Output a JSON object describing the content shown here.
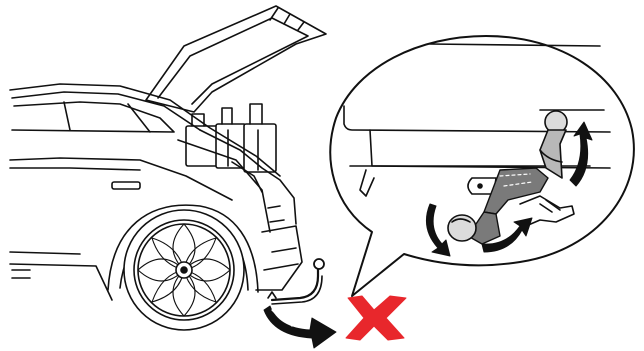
{
  "illustration": {
    "colors": {
      "background": "#ffffff",
      "line": "#111111",
      "arm_fill": "#7a7a7a",
      "arm_fill_light": "#b8b8b8",
      "ball_fill": "#dcdcdc",
      "arrow_fill": "#111111",
      "cross_fill": "#e8272c"
    },
    "parts": {
      "vehicle": "hatchback-vehicle",
      "open_tailgate": "tailgate",
      "luggage": "suitcases",
      "tow_bar": "tow-bar",
      "zoom_bubble": "detail-callout",
      "swing_motion": "swing-arrows",
      "forbidden_marker": "red-cross-icon"
    }
  }
}
